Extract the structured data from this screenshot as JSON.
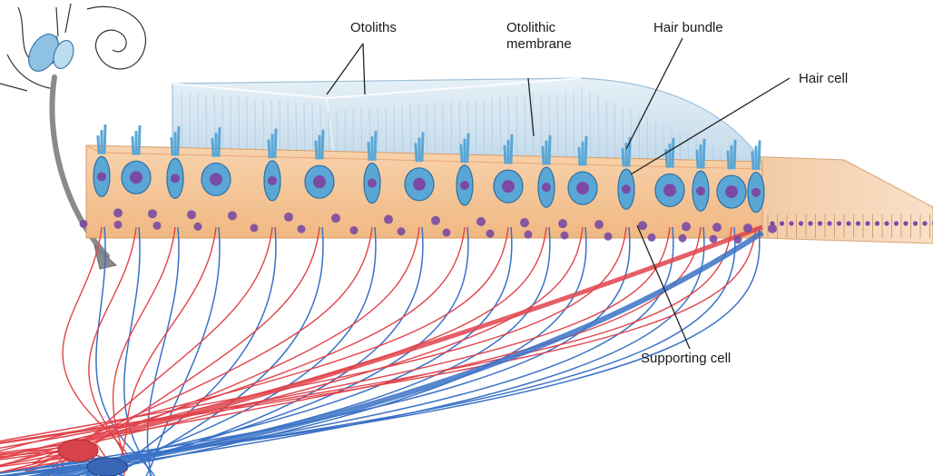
{
  "labels": {
    "otoliths": "Otoliths",
    "otolithic_membrane": "Otolithic\nmembrane",
    "hair_bundle": "Hair bundle",
    "hair_cell": "Hair cell",
    "supporting_cell": "Supporting cell"
  },
  "colors": {
    "membrane": "#c9dcea",
    "membrane_edge": "#9fc0d8",
    "epithelium": "#f6c79b",
    "epithelium_dark": "#e7a775",
    "hair_cell": "#5aa7d6",
    "hair_cell_dark": "#2c6fa3",
    "nucleus": "#7b4aa3",
    "afferent_fiber": "#3a72c6",
    "efferent_fiber": "#e0434b",
    "leader": "#222222"
  }
}
